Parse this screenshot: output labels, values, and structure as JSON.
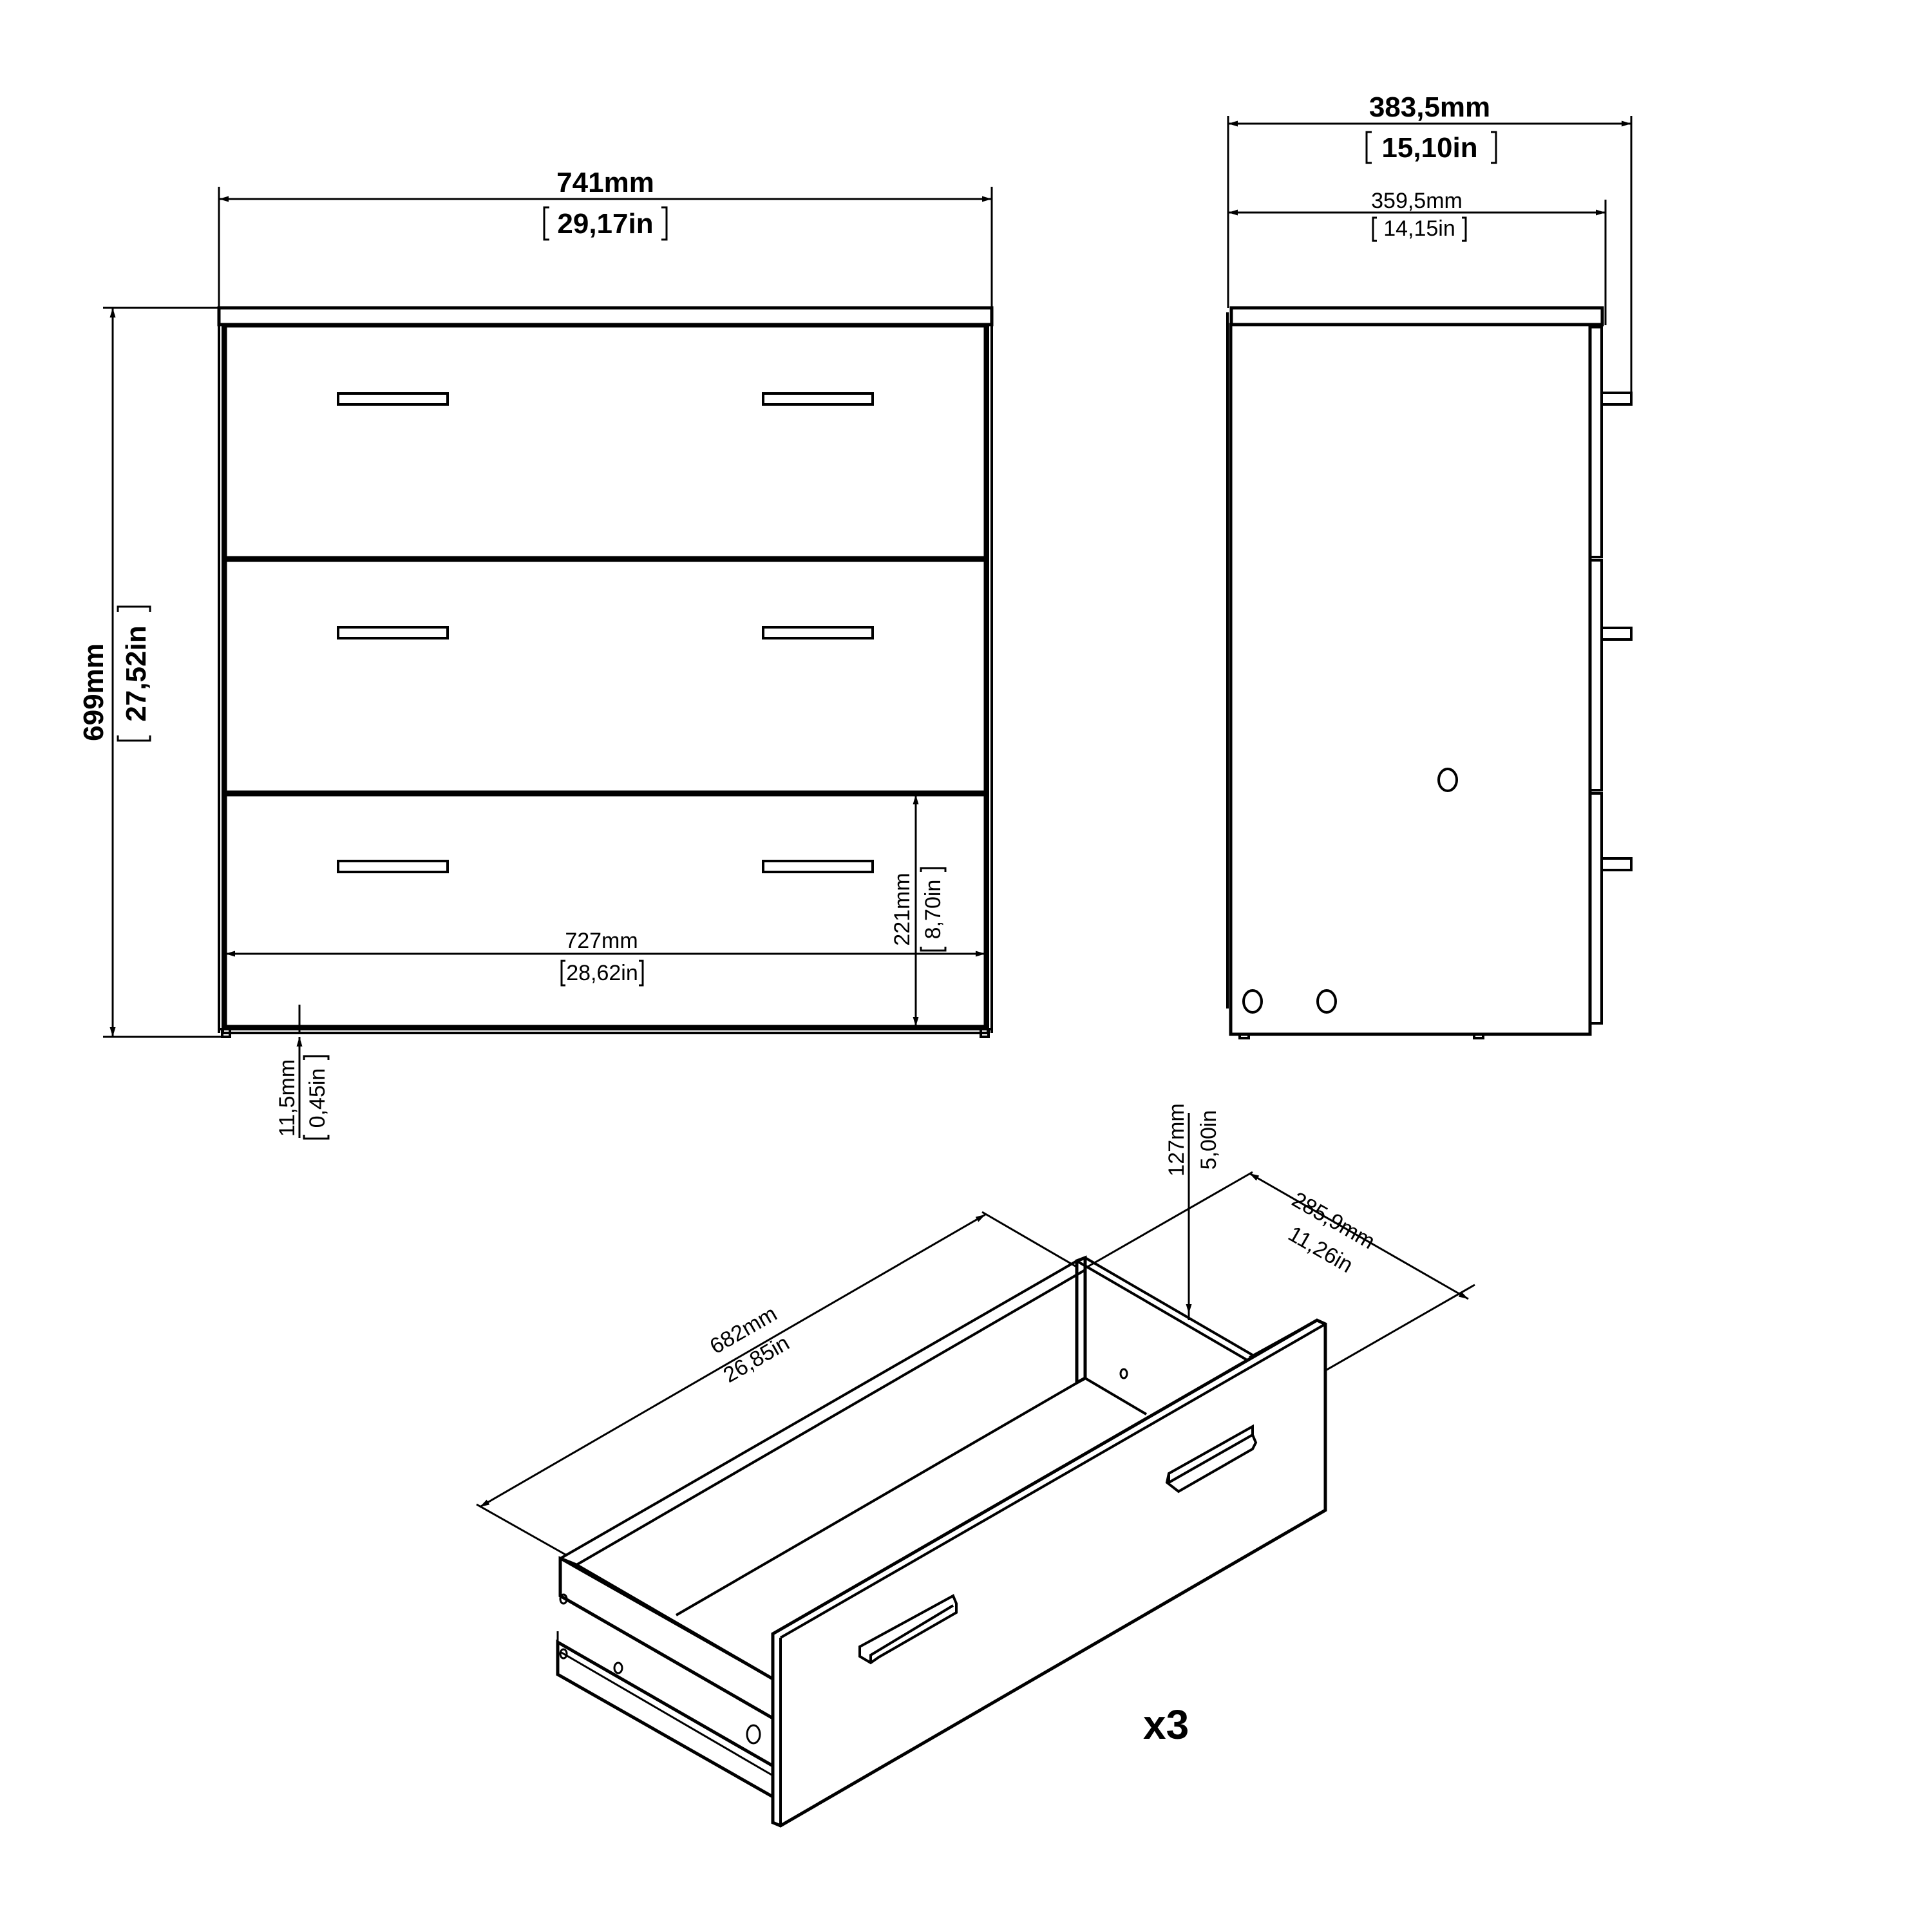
{
  "front_view": {
    "width": {
      "mm": "741mm",
      "in": "29,17in"
    },
    "height": {
      "mm": "699mm",
      "in": "27,52in"
    },
    "inner_width": {
      "mm": "727mm",
      "in": "28,62in"
    },
    "drawer_height": {
      "mm": "221mm",
      "in": "8,70in"
    },
    "leg_height": {
      "mm": "11,5mm",
      "in": "0,45in"
    },
    "drawer_count": 3
  },
  "side_view": {
    "total_depth": {
      "mm": "383,5mm",
      "in": "15,10in"
    },
    "body_depth": {
      "mm": "359,5mm",
      "in": "14,15in"
    }
  },
  "drawer_view": {
    "length": {
      "mm": "682mm",
      "in": "26,85in"
    },
    "depth": {
      "mm": "285,9mm",
      "in": "11,26in"
    },
    "inner_height": {
      "mm": "127mm",
      "in": "5,00in"
    },
    "quantity": "x3"
  },
  "colors": {
    "line": "#000000",
    "background": "#ffffff"
  }
}
